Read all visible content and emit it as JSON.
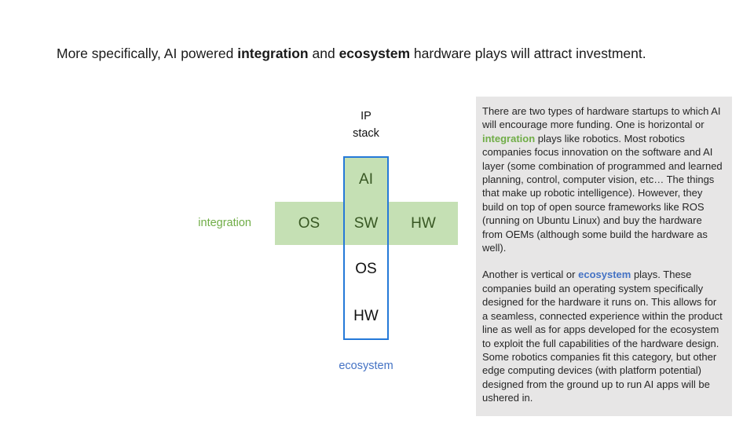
{
  "slide": {
    "title": {
      "part1": "More specifically, AI powered ",
      "bold1": "integration",
      "part2": " and ",
      "bold2": "ecosystem",
      "part3": " hardware plays will attract investment."
    }
  },
  "diagram": {
    "stack_caption_line1": "IP",
    "stack_caption_line2": "stack",
    "vertical_cells": {
      "ai": "AI",
      "sw": "SW",
      "os": "OS",
      "hw": "HW"
    },
    "bar_cells": {
      "os": "OS",
      "hw": "HW"
    },
    "integration_label": "integration",
    "ecosystem_label": "ecosystem",
    "colors": {
      "green_fill": "#C5E0B4",
      "dark_green_text": "#385723",
      "integration_green": "#70AD47",
      "blue_border": "#2579D8",
      "ecosystem_blue": "#4472C4",
      "panel_gray": "#E7E6E6"
    }
  },
  "notes": {
    "paragraph1": {
      "pre": "There are two types of hardware startups to which AI will encourage more funding. One is horizontal or ",
      "highlight": "integration",
      "post": " plays like robotics. Most robotics companies focus innovation on the software and AI layer (some combination of programmed and learned planning, control, computer vision, etc… The things that make up robotic intelligence). However, they build on top of open source frameworks like ROS (running on Ubuntu Linux) and buy the hardware from OEMs (although some build the hardware as well)."
    },
    "paragraph2": {
      "pre": "Another is vertical or ",
      "highlight": "ecosystem",
      "post": " plays. These companies build an operating system specifically designed for the hardware it runs on. This allows for a seamless, connected experience within the product line as well as for apps developed for the ecosystem to exploit the full capabilities of the hardware design. Some robotics companies fit this category, but other edge computing devices (with platform potential) designed from the ground up to run AI apps will be ushered in."
    }
  }
}
